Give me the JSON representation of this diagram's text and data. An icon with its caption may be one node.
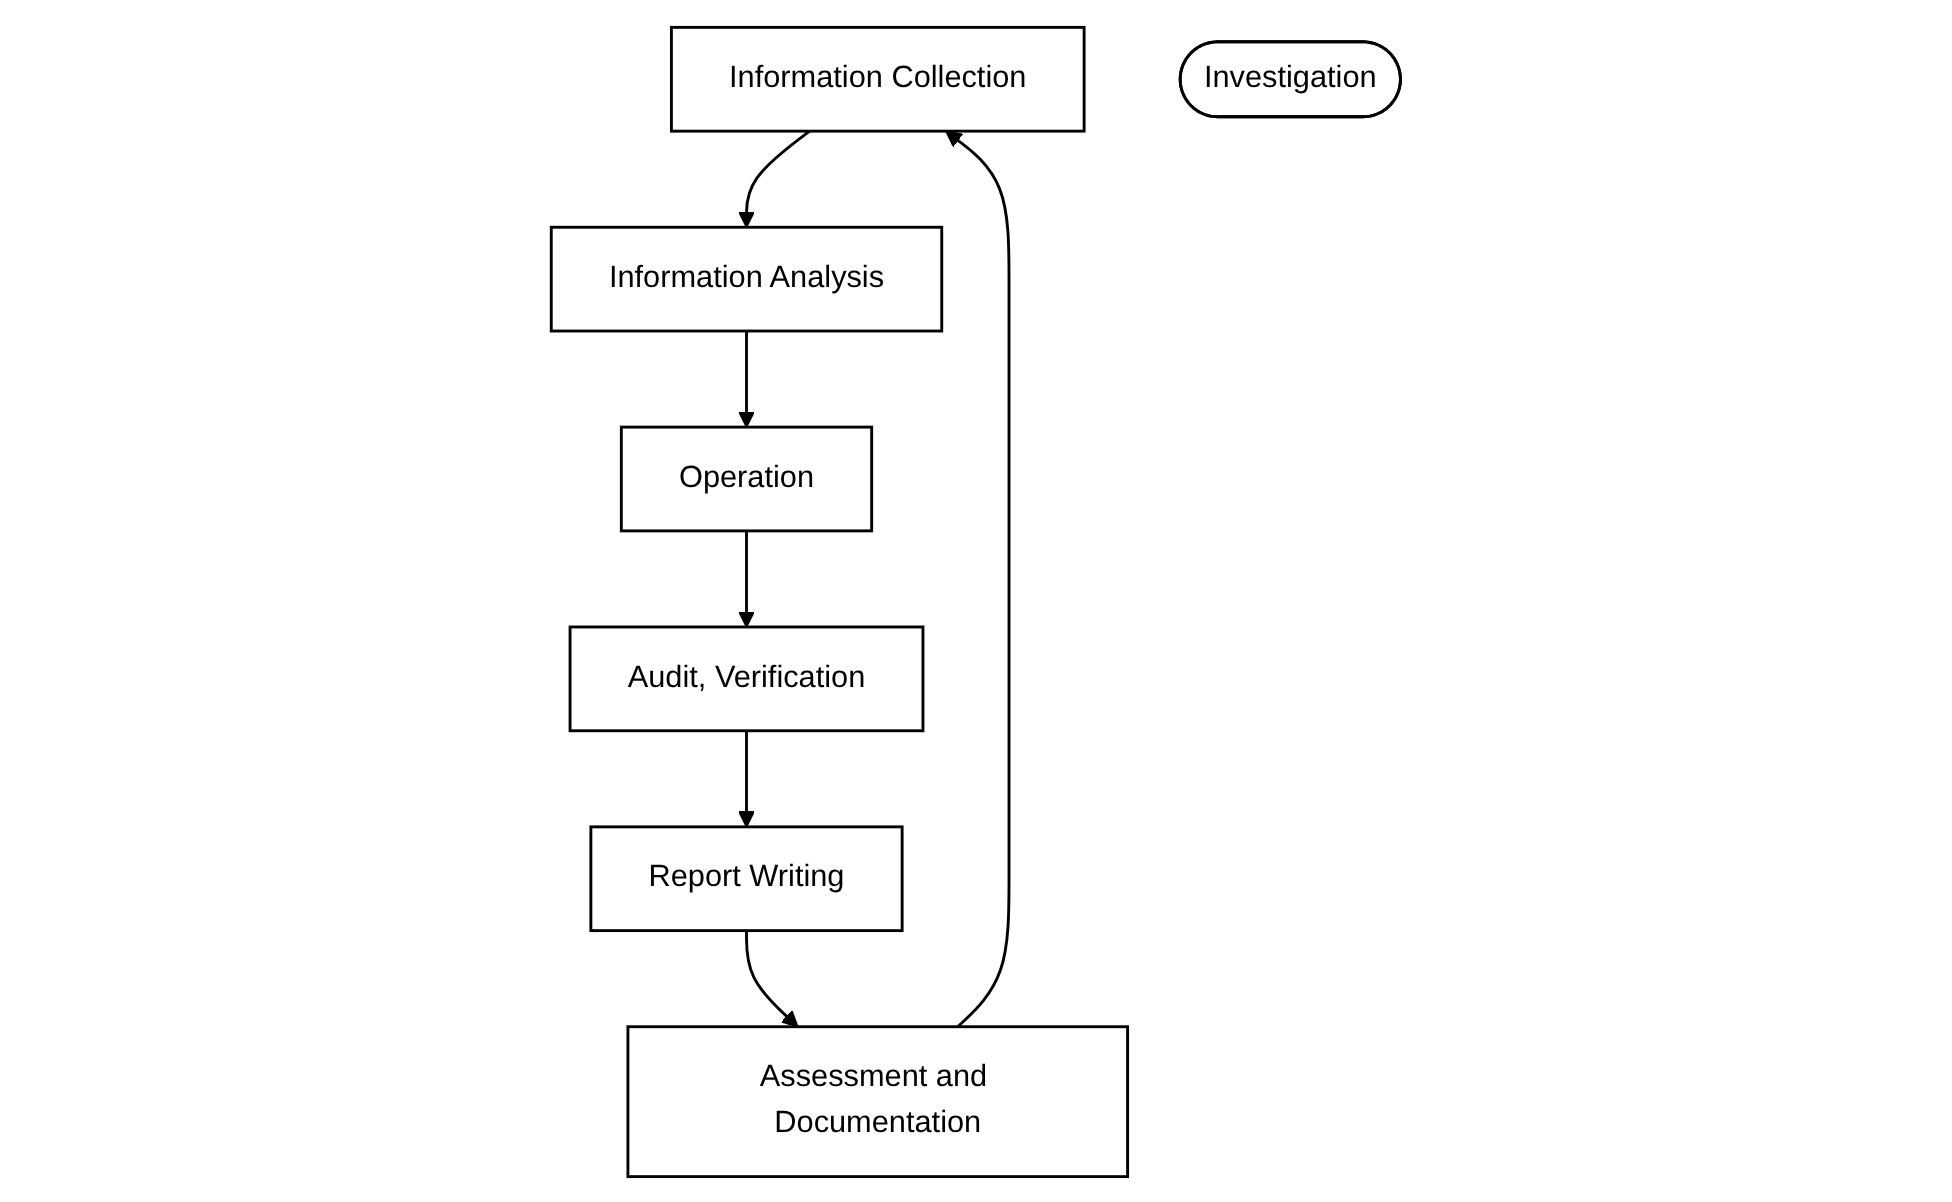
{
  "diagram": {
    "nodes": [
      {
        "text": [
          "Information Collection"
        ]
      },
      {
        "text": [
          "Information Analysis"
        ]
      },
      {
        "text": [
          "Assessment and Documentation"
        ]
      },
      {
        "text": [
          "Investigation"
        ]
      },
      {
        "text": [
          "Operation"
        ]
      },
      {
        "text": [
          "Report Writing"
        ]
      },
      {
        "text": [
          "Audit, Verification"
        ]
      }
    ],
    "edges": [
      {
        "from": 2,
        "to": 0,
        "arrow": "to"
      },
      {
        "from": 0,
        "to": 1,
        "arrow": "to"
      },
      {
        "from": 1,
        "to": 4,
        "arrow": "to"
      },
      {
        "from": 4,
        "to": 6,
        "arrow": "to"
      },
      {
        "from": 6,
        "to": 5,
        "arrow": "to"
      },
      {
        "from": 5,
        "to": 2,
        "arrow": "to"
      }
    ]
  }
}
